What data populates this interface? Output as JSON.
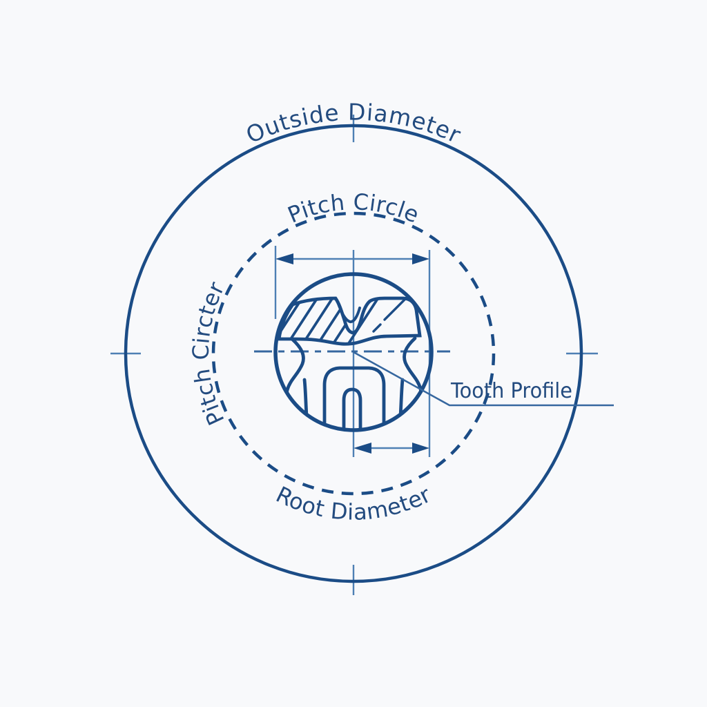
{
  "diagram": {
    "labels": {
      "outside_diameter": "Outside Diameter",
      "pitch_circle_top": "Pitch Circle",
      "pitch_circle_left": "Pitch Circter",
      "root_diameter": "Root Diameter",
      "tooth_profile": "Tooth Profile"
    },
    "colors": {
      "line_dark": "#1b4c86",
      "line_mid": "#36679f",
      "line_light": "#4e80b4",
      "text": "#234b7f",
      "background": "#f8f9fb"
    }
  }
}
